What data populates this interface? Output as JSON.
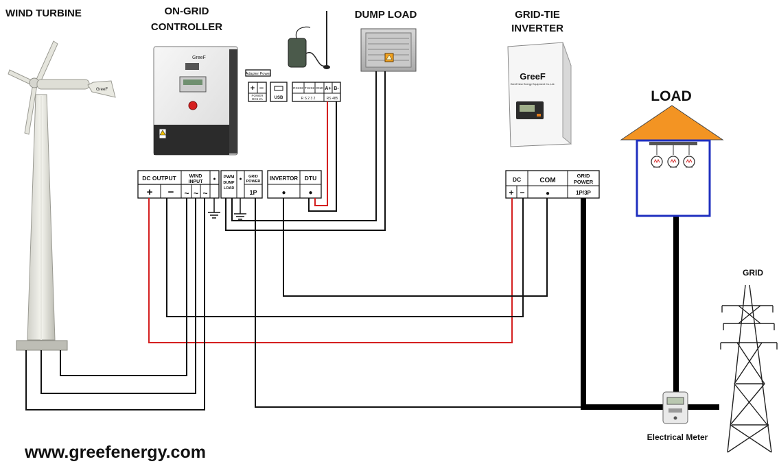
{
  "labels": {
    "wind_turbine": "WIND TURBINE",
    "controller_l1": "ON-GRID",
    "controller_l2": "CONTROLLER",
    "dump_load": "DUMP LOAD",
    "inverter_l1": "GRID-TIE",
    "inverter_l2": "INVERTER",
    "load": "LOAD",
    "grid": "GRID",
    "meter": "Electrical Meter",
    "website": "www.greefenergy.com"
  },
  "brand": {
    "logo_text": "GreeF",
    "tagline": "Greef New Energy Equipment Co.,Ltd."
  },
  "controller_terminals": {
    "dc_output": "DC OUTPUT",
    "wind_input_l1": "WIND",
    "wind_input_l2": "INPUT",
    "plus": "+",
    "minus": "−",
    "ac1": "~",
    "ac2": "~",
    "ac3": "~",
    "dot": "●",
    "pwm_l1": "PWM",
    "pwm_l2": "DUMP",
    "pwm_l3": "LOAD",
    "dot2": "●",
    "grid_power_l1": "GRID",
    "grid_power_l2": "POWER",
    "grid_power_phase": "1P",
    "invertor": "INVERTOR",
    "invertor_dot": "●",
    "dtu": "DTU",
    "dtu_dot": "●"
  },
  "dtu_module": {
    "adapter_power": "Adapter Power",
    "plus": "+",
    "minus": "−",
    "power_l1": "POWER",
    "power_l2": "DC5 2A",
    "usb": "USB",
    "rx232": "RX232",
    "tx232": "TX232",
    "gnd": "GND",
    "a_plus": "A+",
    "b_minus": "B-",
    "rs232": "R S 2 3 2",
    "rs485": "RS 485"
  },
  "inverter_terminals": {
    "dc": "DC",
    "plus": "+",
    "minus": "−",
    "com": "COM",
    "com_dot": "●",
    "grid_power_l1": "GRID",
    "grid_power_l2": "POWER",
    "grid_power_phase": "1P/3P"
  },
  "colors": {
    "positive_wire": "#d41f1f",
    "negative_wire": "#111111",
    "load_roof": "#f39423",
    "load_frame": "#1f2fbf"
  },
  "icons": [
    "ground-icon",
    "antenna-icon",
    "light-bulb-icon",
    "warning-icon"
  ]
}
